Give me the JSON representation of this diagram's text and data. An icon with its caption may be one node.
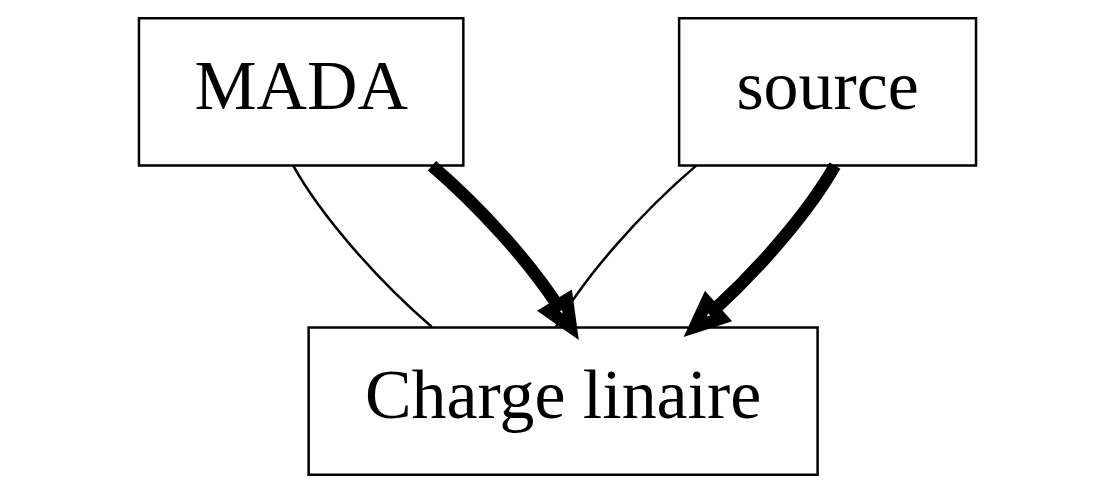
{
  "diagram": {
    "nodes": [
      {
        "text": [
          "MADA"
        ]
      },
      {
        "text": [
          "source"
        ]
      },
      {
        "text": [
          "Charge linaire"
        ]
      }
    ],
    "edges": [
      {
        "from": 0,
        "to": 2,
        "arrow": "none"
      },
      {
        "from": 1,
        "to": 2,
        "arrow": "none"
      },
      {
        "from": 0,
        "to": 2,
        "arrow": "to",
        "style": "thick"
      },
      {
        "from": 1,
        "to": 2,
        "arrow": "to",
        "style": "thick"
      }
    ]
  }
}
